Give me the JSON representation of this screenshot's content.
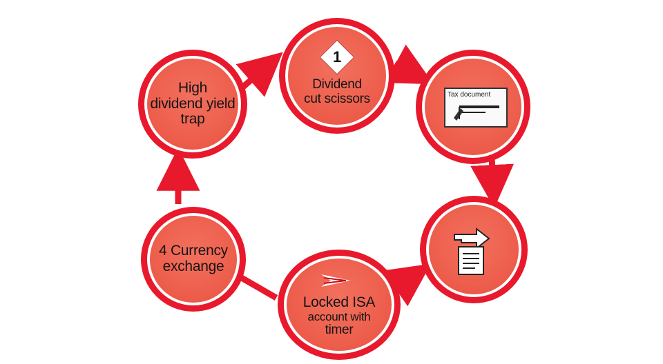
{
  "colors": {
    "ring": "#e8192c",
    "fill": "#ee5f4d",
    "arrow": "#e8192c",
    "text": "#141414"
  },
  "nodes": [
    {
      "id": "high-yield",
      "lines": [
        "High",
        "dividend yield",
        "trap"
      ]
    },
    {
      "id": "dividend-cut",
      "badge": "1",
      "lines": [
        "Dividend",
        "cut scissors"
      ]
    },
    {
      "id": "tax-document",
      "icon": "tax-document-icon",
      "doc_label": "Tax document"
    },
    {
      "id": "currency-exchange",
      "lines": [
        "4 Currency",
        "exchange"
      ]
    },
    {
      "id": "locked-isa",
      "icon": "chevron-arrow-icon",
      "lines": [
        "Locked ISA",
        "account with",
        "timer"
      ]
    },
    {
      "id": "transfer-document",
      "icon": "transfer-document-icon"
    }
  ]
}
